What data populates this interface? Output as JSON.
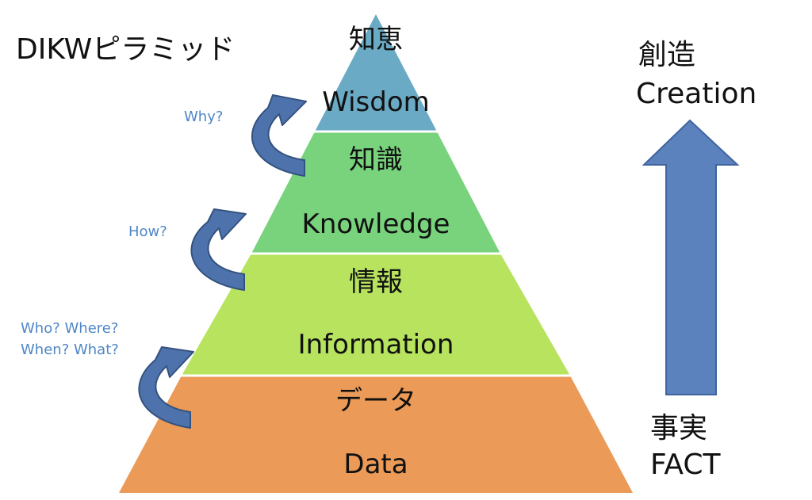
{
  "title": "DIKWピラミッド",
  "pyramid": {
    "levels": [
      {
        "ja": "知恵",
        "en": "Wisdom",
        "color": "#6aaac4"
      },
      {
        "ja": "知識",
        "en": "Knowledge",
        "color": "#78d37c"
      },
      {
        "ja": "情報",
        "en": "Information",
        "color": "#b7e35e"
      },
      {
        "ja": "データ",
        "en": "Data",
        "color": "#eb9a57"
      }
    ]
  },
  "questions": {
    "why": "Why?",
    "how": "How?",
    "who_where": "Who? Where?",
    "when_what": "When? What?"
  },
  "arrow_color": "#4f86c6",
  "side": {
    "top_ja": "創造",
    "top_en": "Creation",
    "bottom_ja": "事実",
    "bottom_en": "FACT",
    "arrow_color": "#5b82bd"
  }
}
